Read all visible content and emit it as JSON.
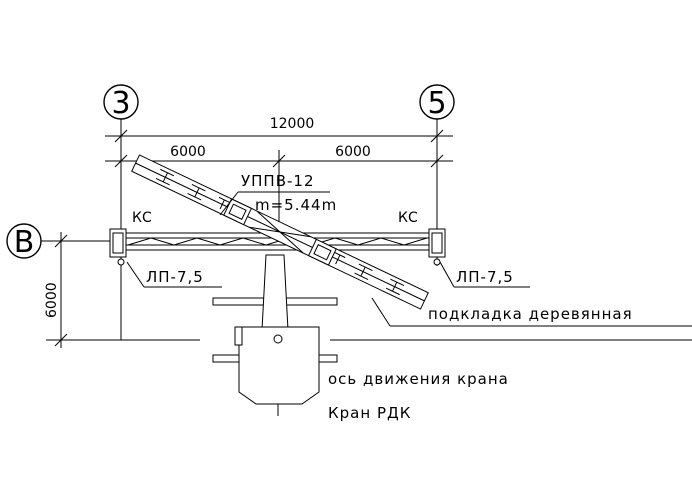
{
  "axes": {
    "left_top": "3",
    "right_top": "5",
    "side": "В"
  },
  "dimensions": {
    "total": "12000",
    "left_half": "6000",
    "right_half": "6000",
    "vertical": "6000"
  },
  "labels": {
    "beam_name": "УППВ-12",
    "beam_mass": "m=5.44m",
    "support_left": "КС",
    "support_right": "КС",
    "sling_left": "ЛП-7,5",
    "sling_right": "ЛП-7,5",
    "pad": "подкладка деревянная",
    "crane_axis": "ось движения крана",
    "crane": "Кран РДК"
  }
}
